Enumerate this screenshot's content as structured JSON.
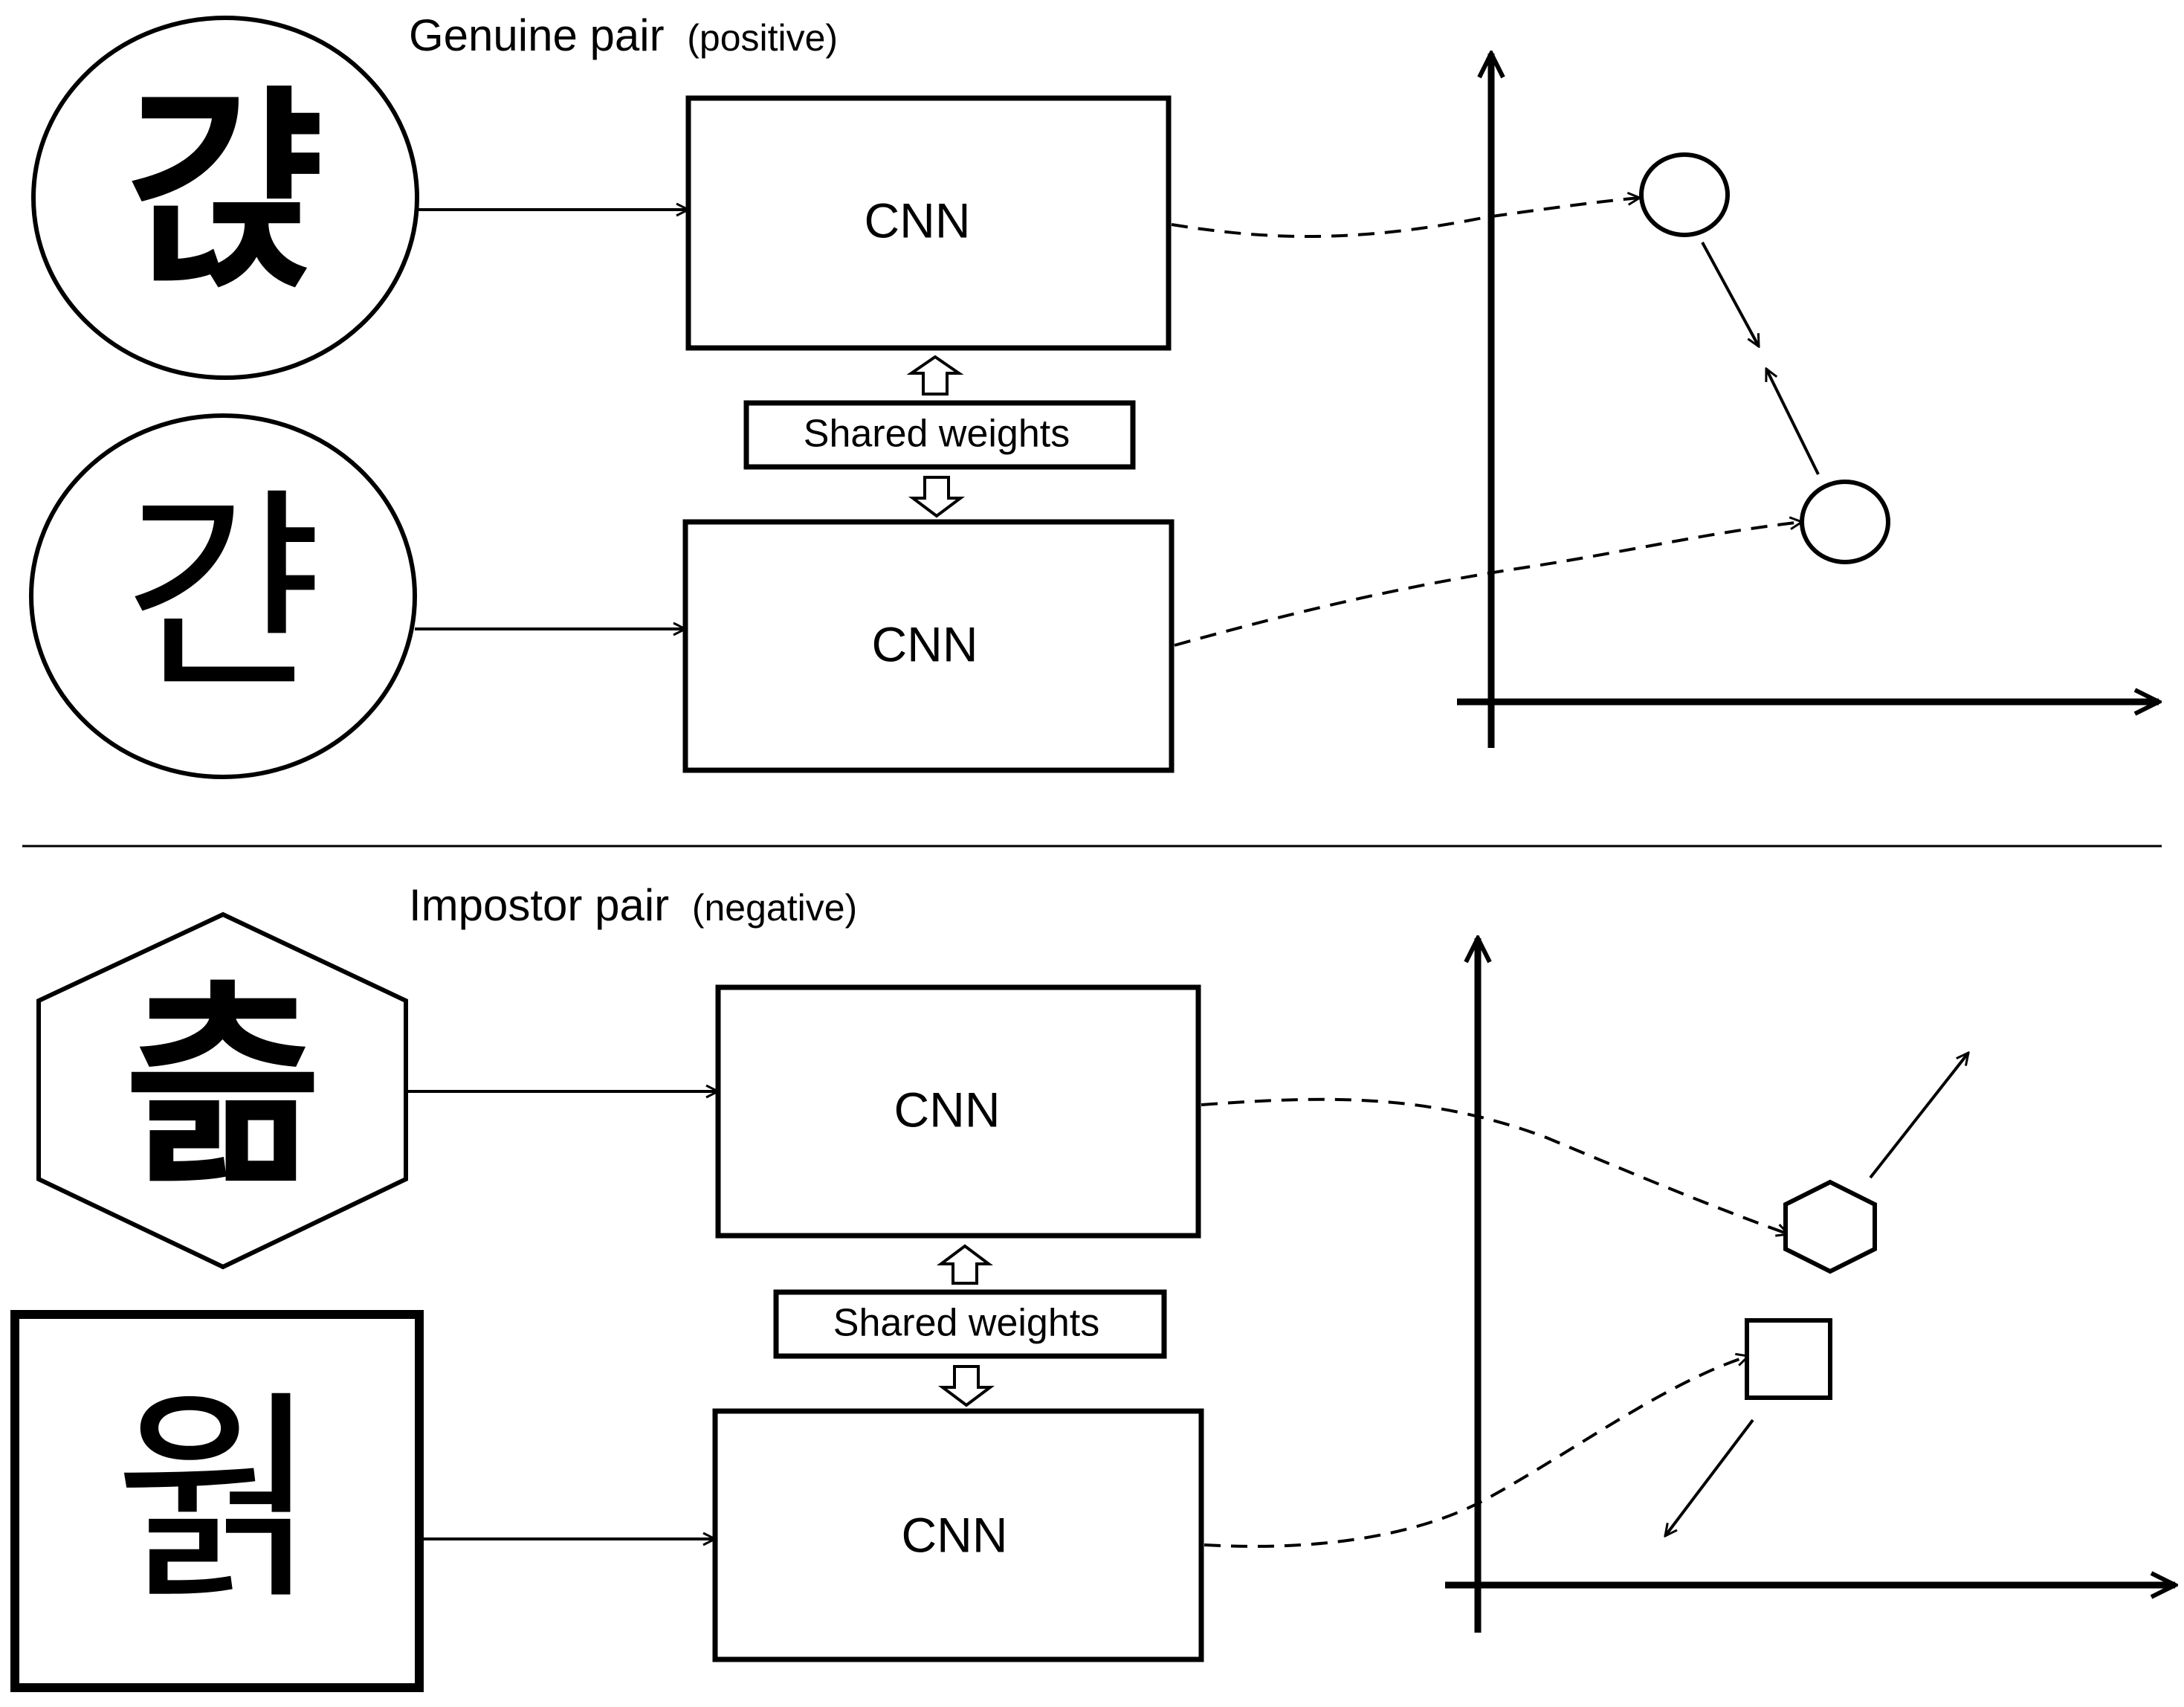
{
  "sections": [
    {
      "title": "Genuine pair",
      "subtitle": "(positive)",
      "cnn_top_label": "CNN",
      "cnn_bottom_label": "CNN",
      "shared_label": "Shared weights",
      "input_top": "갽",
      "input_bottom": "갼",
      "input_top_shape": "circle",
      "input_bottom_shape": "circle",
      "embedding_top_shape": "circle",
      "embedding_bottom_shape": "circle",
      "relation": "pulled-together"
    },
    {
      "title": "Impostor pair",
      "subtitle": "(negative)",
      "cnn_top_label": "CNN",
      "cnn_bottom_label": "CNN",
      "shared_label": "Shared weights",
      "input_top": "츪",
      "input_bottom": "웕",
      "input_top_shape": "hexagon",
      "input_bottom_shape": "square",
      "embedding_top_shape": "hexagon",
      "embedding_bottom_shape": "square",
      "relation": "pushed-apart"
    }
  ],
  "colors": {
    "stroke": "#000000",
    "background": "#ffffff"
  }
}
